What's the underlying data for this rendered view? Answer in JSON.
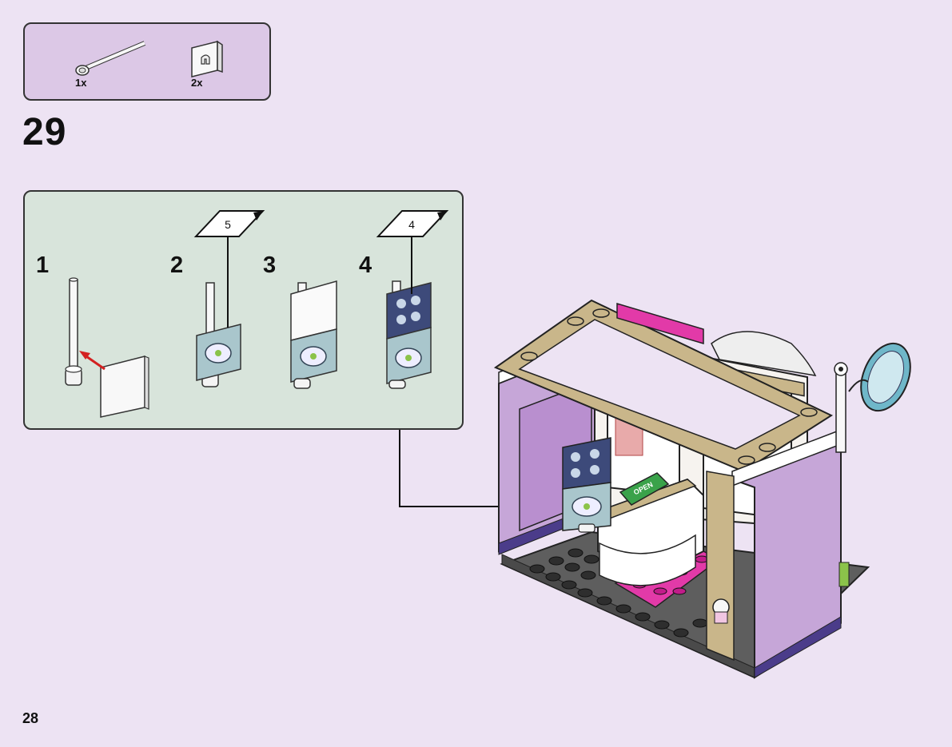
{
  "parts_list": {
    "items": [
      {
        "name": "bar-with-ring",
        "qty": "1x"
      },
      {
        "name": "tile-panel-with-clip",
        "qty": "2x"
      }
    ]
  },
  "step": {
    "number": "29"
  },
  "substeps": [
    {
      "number": "1"
    },
    {
      "number": "2",
      "sticker": "5"
    },
    {
      "number": "3"
    },
    {
      "number": "4",
      "sticker": "4"
    }
  ],
  "model": {
    "banner_text": "OPEN"
  },
  "page": {
    "number": "28"
  },
  "colors": {
    "background": "#ede3f3",
    "parts_box": "#dcc8e6",
    "substep_box": "#d8e4db",
    "lavender_wall": "#c6a6d8",
    "tan_frame": "#c9b68a",
    "magenta": "#e23aa8",
    "dark_gray": "#5a5a5a",
    "arrow_red": "#d32020"
  }
}
